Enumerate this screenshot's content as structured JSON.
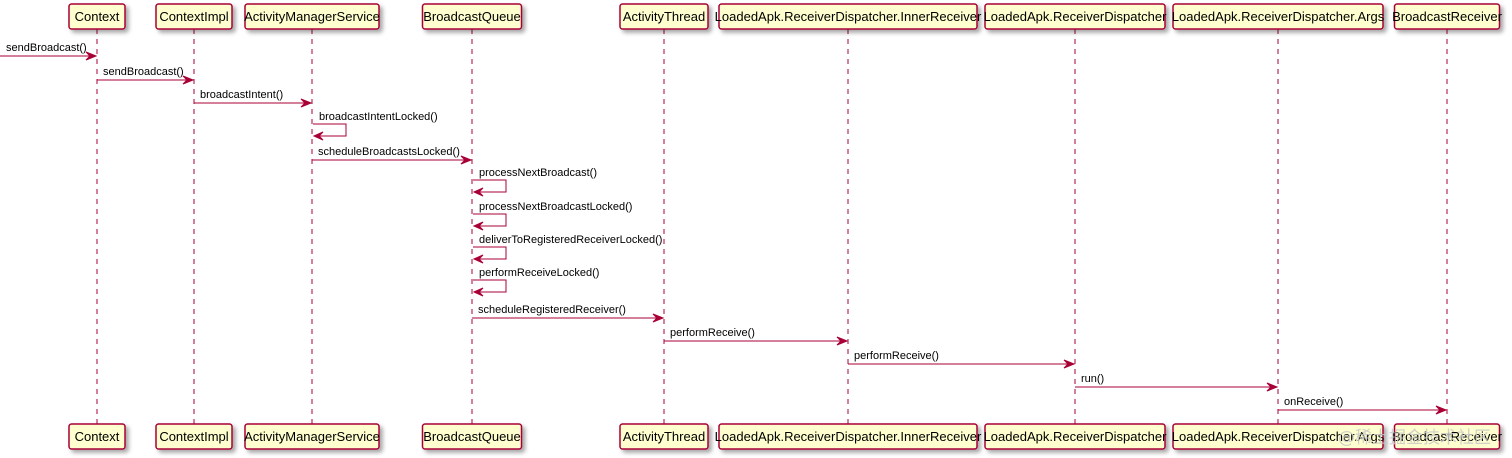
{
  "diagram": {
    "participants": [
      {
        "id": "context",
        "label": "Context"
      },
      {
        "id": "context-impl",
        "label": "ContextImpl"
      },
      {
        "id": "ams",
        "label": "ActivityManagerService"
      },
      {
        "id": "broadcast-queue",
        "label": "BroadcastQueue"
      },
      {
        "id": "activity-thread",
        "label": "ActivityThread"
      },
      {
        "id": "inner-receiver",
        "label": "LoadedApk.ReceiverDispatcher.InnerReceiver"
      },
      {
        "id": "receiver-dispatcher",
        "label": "LoadedApk.ReceiverDispatcher"
      },
      {
        "id": "args",
        "label": "LoadedApk.ReceiverDispatcher.Args"
      },
      {
        "id": "broadcast-receiver",
        "label": "BroadcastReceiver"
      }
    ],
    "messages": [
      {
        "from": -1,
        "to": 0,
        "label": "sendBroadcast()"
      },
      {
        "from": 0,
        "to": 1,
        "label": "sendBroadcast()"
      },
      {
        "from": 1,
        "to": 2,
        "label": "broadcastIntent()"
      },
      {
        "from": 2,
        "to": 2,
        "label": "broadcastIntentLocked()"
      },
      {
        "from": 2,
        "to": 3,
        "label": "scheduleBroadcastsLocked()"
      },
      {
        "from": 3,
        "to": 3,
        "label": "processNextBroadcast()"
      },
      {
        "from": 3,
        "to": 3,
        "label": "processNextBroadcastLocked()"
      },
      {
        "from": 3,
        "to": 3,
        "label": "deliverToRegisteredReceiverLocked()"
      },
      {
        "from": 3,
        "to": 3,
        "label": "performReceiveLocked()"
      },
      {
        "from": 3,
        "to": 4,
        "label": "scheduleRegisteredReceiver()"
      },
      {
        "from": 4,
        "to": 5,
        "label": "performReceive()"
      },
      {
        "from": 5,
        "to": 6,
        "label": "performReceive()"
      },
      {
        "from": 6,
        "to": 7,
        "label": "run()"
      },
      {
        "from": 7,
        "to": 8,
        "label": "onReceive()"
      }
    ],
    "colors": {
      "line": "#a80036",
      "box_fill": "#fefece"
    }
  },
  "watermark": {
    "text": "@稀土掘金技术社区"
  }
}
